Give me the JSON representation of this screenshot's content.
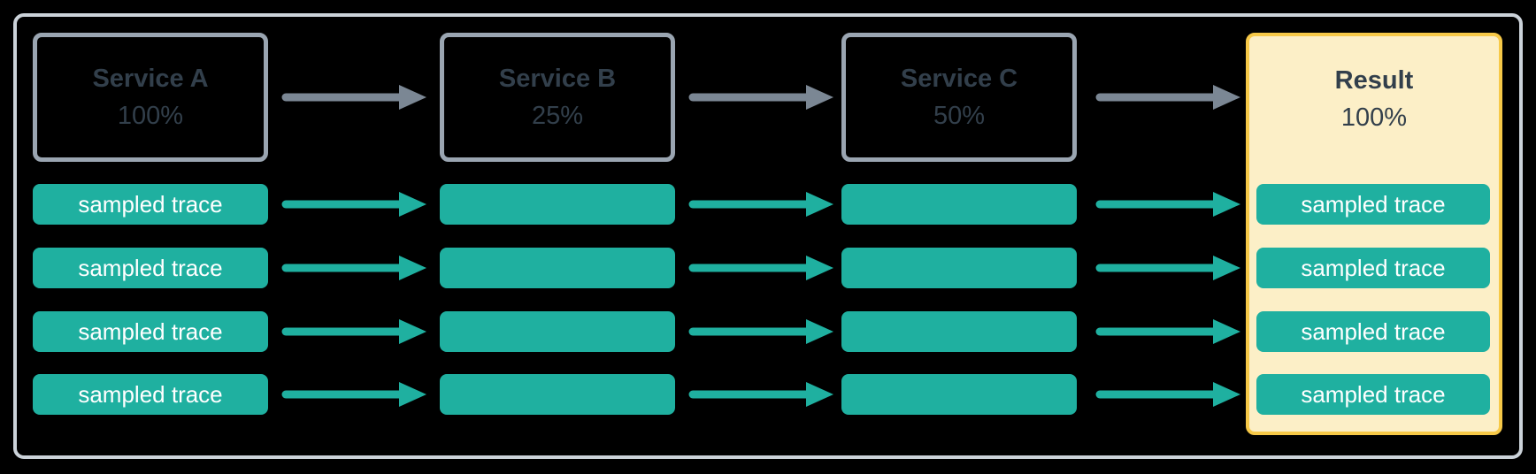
{
  "services": [
    {
      "name": "Service A",
      "rate": "100%"
    },
    {
      "name": "Service B",
      "rate": "25%"
    },
    {
      "name": "Service C",
      "rate": "50%"
    }
  ],
  "result": {
    "name": "Result",
    "rate": "100%"
  },
  "trace_label": "sampled trace",
  "rows": 4,
  "colors": {
    "teal": "#1FB0A0",
    "arrow_gray": "#7B8794",
    "box_border": "#9AA5B1",
    "outer_border": "#CBD2D9",
    "text_dark": "#323F4B",
    "result_border": "#F7C948",
    "result_fill": "#FCEFC7",
    "trace_text": "#FFFFFF"
  }
}
